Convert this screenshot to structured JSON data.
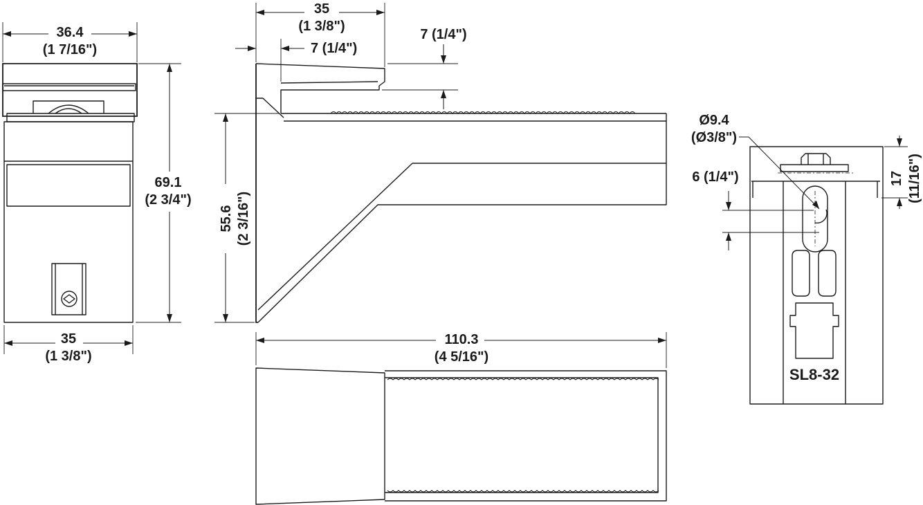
{
  "dimensions": {
    "front_top_width": {
      "mm": "36.4",
      "inch": "(1 7/16\")"
    },
    "front_bottom_width": {
      "mm": "35",
      "inch": "(1 3/8\")"
    },
    "front_height": {
      "mm": "69.1",
      "inch": "(2 3/4\")"
    },
    "side_top_width": {
      "mm": "35",
      "inch": "(1 3/8\")"
    },
    "side_jaw_depth": {
      "text": "7 (1/4\")"
    },
    "side_jaw_gap": {
      "text": "7 (1/4\")"
    },
    "side_arm_height": {
      "mm": "55.6",
      "inch": "(2 3/16\")"
    },
    "length": {
      "mm": "110.3",
      "inch": "(4 5/16\")"
    },
    "hole_diameter": {
      "mm": "Ø9.4",
      "inch": "(Ø3/8\")"
    },
    "hole_offset": {
      "text": "6 (1/4\")"
    },
    "back_height": {
      "mm": "17",
      "inch": "(11/16\")"
    }
  },
  "part_marking": "SL8-32"
}
